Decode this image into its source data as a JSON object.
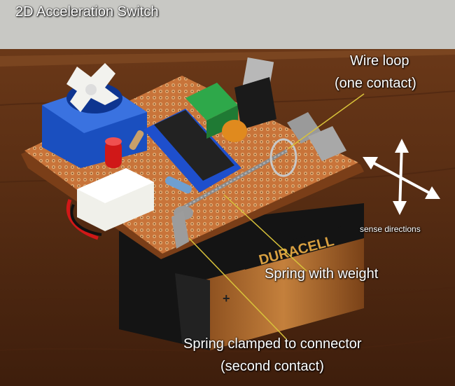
{
  "title": "2D Acceleration Switch",
  "labels": {
    "wire_loop_line1": "Wire loop",
    "wire_loop_line2": "(one contact)",
    "sense_directions": "sense directions",
    "spring_with_weight": "Spring with weight",
    "clamp_line1": "Spring clamped to connector",
    "clamp_line2": "(second contact)"
  },
  "battery": {
    "brand": "DURACELL",
    "polarity": "+"
  },
  "colors": {
    "background_wall": "#c8c8c4",
    "table_wood": "#5a2e14",
    "pcb": "#c8743a",
    "label_text": "#ffffff",
    "leader_line": "#d8c23a",
    "servo": "#1a4fbf",
    "battery_copper": "#b06a2a",
    "battery_black": "#141414"
  }
}
